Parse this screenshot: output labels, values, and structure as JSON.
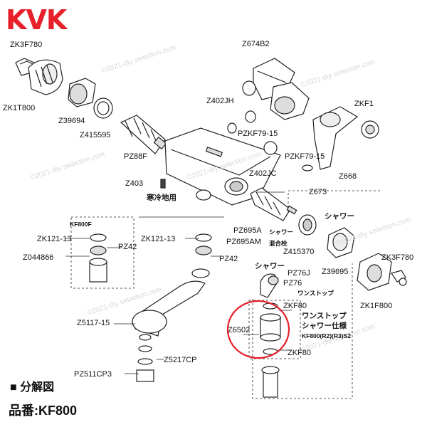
{
  "brand": "KVK",
  "watermark": "©2021-diy selection.com",
  "parts": {
    "zk3f780_top": "ZK3F780",
    "zk1t800": "ZK1T800",
    "z39694": "Z39694",
    "z415595": "Z415595",
    "pz88f": "PZ88F",
    "z674b2": "Z674B2",
    "z402jh": "Z402JH",
    "pzkf79_15_a": "PZKF79-15",
    "zkf1": "ZKF1",
    "pzkf79_15_b": "PZKF79-15",
    "z402jc": "Z402JC",
    "z668": "Z668",
    "z673": "Z673",
    "z403": "Z403",
    "z403_note": "寒冷地用",
    "kf800f": "KF800F",
    "zk121_13_left": "ZK121-13",
    "pz42_left": "PZ42",
    "z044866": "Z044866",
    "zk121_13_mid": "ZK121-13",
    "pz42_mid": "PZ42",
    "pz695a": "PZ695A",
    "pz695a_note": "シャワー",
    "pz695am": "PZ695AM",
    "pz695am_note": "混合栓",
    "shower_top": "シャワー",
    "z415370": "Z415370",
    "z39695": "Z39695",
    "zk3f780_right": "ZK3F780",
    "shower_mid": "シャワー",
    "pz76j": "PZ76J",
    "pz76": "PZ76",
    "pz76_note": "ワンストップ",
    "zk1f800": "ZK1F800",
    "zkf80_top": "ZKF80",
    "onestop_1": "ワンストップ",
    "onestop_2": "シャワー仕様",
    "onestop_3": "KF800(R2)(R3)S2",
    "z6502": "Z6502",
    "zkf80_bottom": "ZKF80",
    "z5117_15": "Z5117-15",
    "z5217cp": "Z5217CP",
    "pz511cp3": "PZ511CP3"
  },
  "footer": {
    "title_mark": "■",
    "title": "分解図",
    "model_label": "品番:",
    "model": "KF800"
  },
  "highlight_color": "#e8202a",
  "brand_color": "#e8202a"
}
